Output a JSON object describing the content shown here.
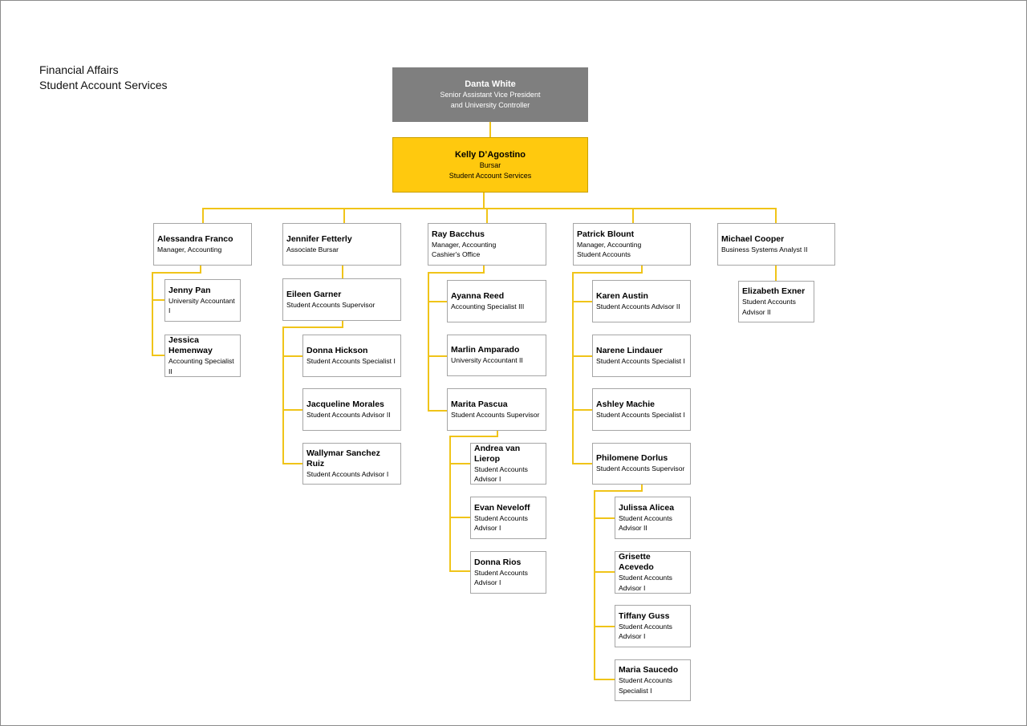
{
  "header": {
    "line1": "Financial Affairs",
    "line2": "Student Account Services"
  },
  "colors": {
    "connector": "#f0c419",
    "executive_box": "#7f7f7f",
    "bursar_box": "#ffc90e",
    "box_border": "#a6a6a6"
  },
  "nodes": [
    {
      "name": "Danta White",
      "title": [
        "Senior Assistant Vice President",
        "and University Controller"
      ]
    },
    {
      "name": "Kelly D’Agostino",
      "title": [
        "Bursar",
        "Student Account Services"
      ]
    },
    {
      "name": "Alessandra Franco",
      "title": [
        "Manager, Accounting"
      ]
    },
    {
      "name": "Jennifer Fetterly",
      "title": [
        "Associate Bursar"
      ]
    },
    {
      "name": "Ray Bacchus",
      "title": [
        "Manager, Accounting",
        "Cashier's Office"
      ]
    },
    {
      "name": "Patrick Blount",
      "title": [
        "Manager, Accounting",
        "Student Accounts"
      ]
    },
    {
      "name": "Michael Cooper",
      "title": [
        "Business Systems Analyst II"
      ]
    },
    {
      "name": "Jenny Pan",
      "title": [
        "University Accountant I"
      ]
    },
    {
      "name": "Jessica Hemenway",
      "title": [
        "Accounting Specialist II"
      ]
    },
    {
      "name": "Eileen Garner",
      "title": [
        "Student Accounts Supervisor"
      ]
    },
    {
      "name": "Donna Hickson",
      "title": [
        "Student Accounts Specialist I"
      ]
    },
    {
      "name": "Jacqueline Morales",
      "title": [
        "Student Accounts Advisor II"
      ]
    },
    {
      "name": "Wallymar Sanchez Ruiz",
      "title": [
        "Student Accounts Advisor I"
      ]
    },
    {
      "name": "Ayanna Reed",
      "title": [
        "Accounting Specialist III"
      ]
    },
    {
      "name": "Marlin Amparado",
      "title": [
        "University Accountant II"
      ]
    },
    {
      "name": "Marita Pascua",
      "title": [
        "Student Accounts Supervisor"
      ]
    },
    {
      "name": "Andrea van Lierop",
      "title": [
        "Student Accounts Advisor I"
      ]
    },
    {
      "name": "Evan Neveloff",
      "title": [
        "Student Accounts Advisor I"
      ]
    },
    {
      "name": "Donna Rios",
      "title": [
        "Student Accounts Advisor I"
      ]
    },
    {
      "name": "Karen Austin",
      "title": [
        "Student Accounts Advisor II"
      ]
    },
    {
      "name": "Narene Lindauer",
      "title": [
        "Student Accounts Specialist I"
      ]
    },
    {
      "name": "Ashley Machie",
      "title": [
        "Student Accounts Specialist I"
      ]
    },
    {
      "name": "Philomene Dorlus",
      "title": [
        "Student Accounts Supervisor"
      ]
    },
    {
      "name": "Julissa Alicea",
      "title": [
        "Student Accounts Advisor II"
      ]
    },
    {
      "name": "Grisette Acevedo",
      "title": [
        "Student Accounts Advisor I"
      ]
    },
    {
      "name": "Tiffany Guss",
      "title": [
        "Student Accounts Advisor I"
      ]
    },
    {
      "name": "Maria Saucedo",
      "title": [
        "Student Accounts Specialist I"
      ]
    },
    {
      "name": "Elizabeth Exner",
      "title": [
        "Student Accounts Advisor II"
      ]
    }
  ]
}
